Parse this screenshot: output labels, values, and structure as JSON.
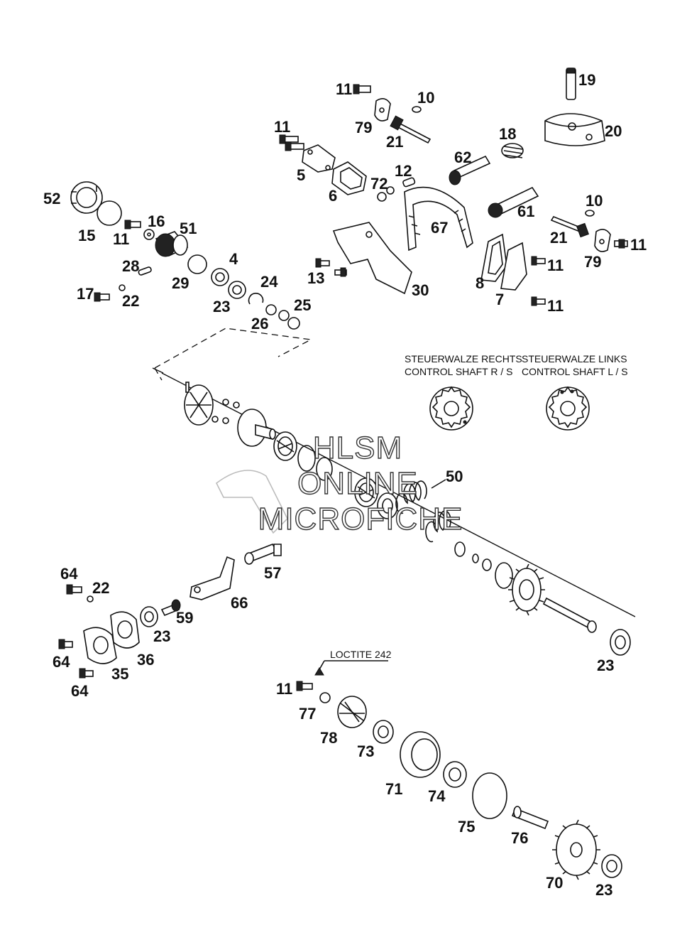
{
  "callouts": [
    "11",
    "10",
    "79",
    "21",
    "19",
    "20",
    "11",
    "18",
    "62",
    "5",
    "6",
    "12",
    "72",
    "52",
    "16",
    "51",
    "15",
    "11",
    "67",
    "61",
    "10",
    "21",
    "79",
    "11",
    "4",
    "28",
    "29",
    "24",
    "13",
    "8",
    "11",
    "17",
    "22",
    "23",
    "26",
    "25",
    "30",
    "7",
    "11",
    "50",
    "57",
    "64",
    "22",
    "59",
    "66",
    "23",
    "36",
    "64",
    "35",
    "64",
    "23",
    "11",
    "77",
    "78",
    "73",
    "71",
    "74",
    "75",
    "76",
    "70",
    "23"
  ],
  "captions": {
    "right_shaft_de": "STEUERWALZE RECHTS",
    "right_shaft_en": "CONTROL SHAFT R / S",
    "left_shaft_de": "STEUERWALZE LINKS",
    "left_shaft_en": "CONTROL SHAFT L / S",
    "loctite": "LOCTITE 242"
  },
  "watermark": [
    "HLSM",
    "ONLINE",
    "MICROFICHE"
  ]
}
